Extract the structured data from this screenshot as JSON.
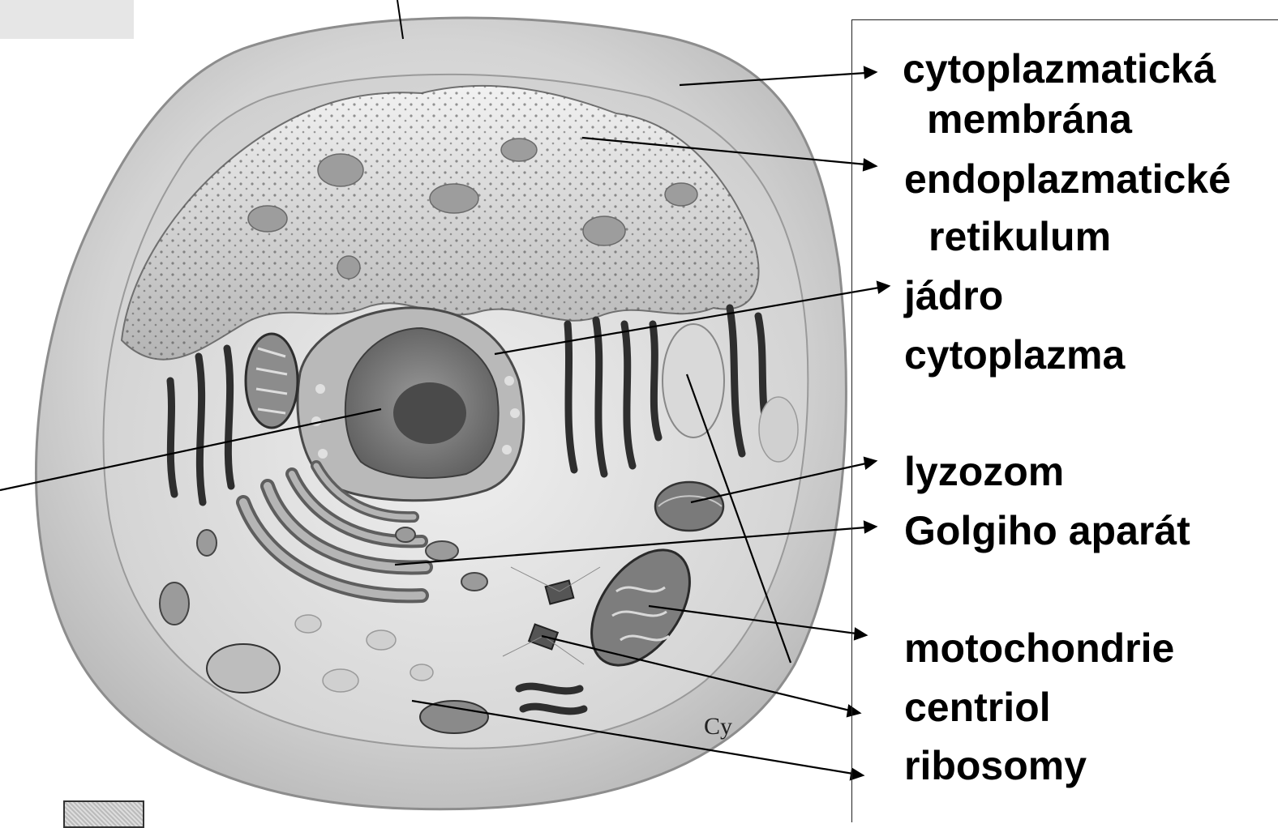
{
  "diagram": {
    "labels": {
      "cytoplazmaticka_line1": "cytoplazmatická",
      "cytoplazmaticka_line2": "membrána",
      "endoplazmaticke_line1": "endoplazmatické",
      "endoplazmaticke_line2": "retikulum",
      "jadro": "jádro",
      "cytoplazma": "cytoplazma",
      "lyzozom": "lyzozom",
      "golgi": "Golgiho aparát",
      "motochondrie": "motochondrie",
      "centriol": "centriol",
      "ribosomy": "ribosomy"
    },
    "stray_text": "Cy",
    "colors": {
      "text": "#000000",
      "cell_outer": "#d2d2d2",
      "cell_inner": "#e4e4e4",
      "nucleus": "#8a8a8a",
      "organelle_dark": "#6e6e6e",
      "line": "#000000"
    }
  }
}
